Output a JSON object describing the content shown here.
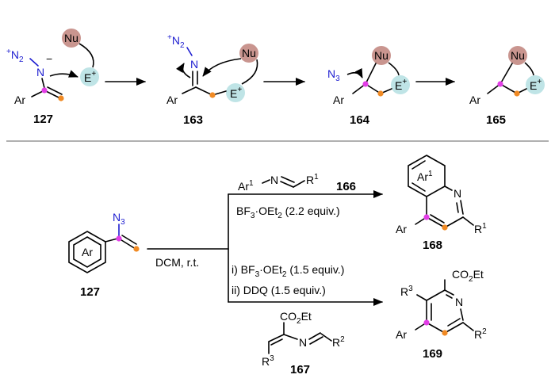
{
  "colors": {
    "nu_circle": "#c9958f",
    "e_circle": "#bfe4e6",
    "pink_atom": "#e23de6",
    "orange_atom": "#f08a24",
    "azide_blue": "#1d1dd0",
    "separator": "#b0b0b0"
  },
  "top": {
    "s127": {
      "n2_plus": "+",
      "n2": "N",
      "n2_sub": "2",
      "minus": "−",
      "n": "N",
      "nu": "Nu",
      "e": "E",
      "e_plus": "+",
      "ar": "Ar",
      "label": "127"
    },
    "s163": {
      "n2_plus": "+",
      "n2": "N",
      "n2_sub": "2",
      "n": "N",
      "nu": "Nu",
      "e": "E",
      "e_plus": "+",
      "ar": "Ar",
      "label": "163"
    },
    "s164": {
      "n3": "N",
      "n3_sub": "3",
      "nu": "Nu",
      "e": "E",
      "e_plus": "+",
      "ar": "Ar",
      "label": "164"
    },
    "s165": {
      "nu": "Nu",
      "e": "E",
      "e_plus": "+",
      "ar": "Ar",
      "label": "165"
    }
  },
  "bottom": {
    "start": {
      "ring_label": "Ar",
      "n3": "N",
      "n3_sub": "3",
      "label": "127"
    },
    "solvent": "DCM, r.t.",
    "upper": {
      "reagent_ar1": "Ar",
      "reagent_ar1_sup": "1",
      "reagent_n": "N",
      "reagent_r1": "R",
      "reagent_r1_sup": "1",
      "reagent_label": "166",
      "conditions_a": "BF",
      "conditions_b": "3",
      "conditions_c": "·OEt",
      "conditions_d": "2",
      "conditions_e": " (2.2 equiv.)"
    },
    "lower": {
      "step1_a": "i) BF",
      "step1_b": "3",
      "step1_c": "·OEt",
      "step1_d": "2",
      "step1_e": " (1.5 equiv.)",
      "step2": "ii) DDQ (1.5 equiv.)",
      "reagent_co2et_a": "CO",
      "reagent_co2et_b": "2",
      "reagent_co2et_c": "Et",
      "reagent_n": "N",
      "reagent_r2": "R",
      "reagent_r2_sup": "2",
      "reagent_r3": "R",
      "reagent_r3_sup": "3",
      "reagent_label": "167"
    },
    "product168": {
      "ar1": "Ar",
      "ar1_sup": "1",
      "n": "N",
      "ar": "Ar",
      "r1": "R",
      "r1_sup": "1",
      "label": "168"
    },
    "product169": {
      "co2et_a": "CO",
      "co2et_b": "2",
      "co2et_c": "Et",
      "r3": "R",
      "r3_sup": "3",
      "n": "N",
      "ar": "Ar",
      "r2": "R",
      "r2_sup": "2",
      "label": "169"
    }
  }
}
